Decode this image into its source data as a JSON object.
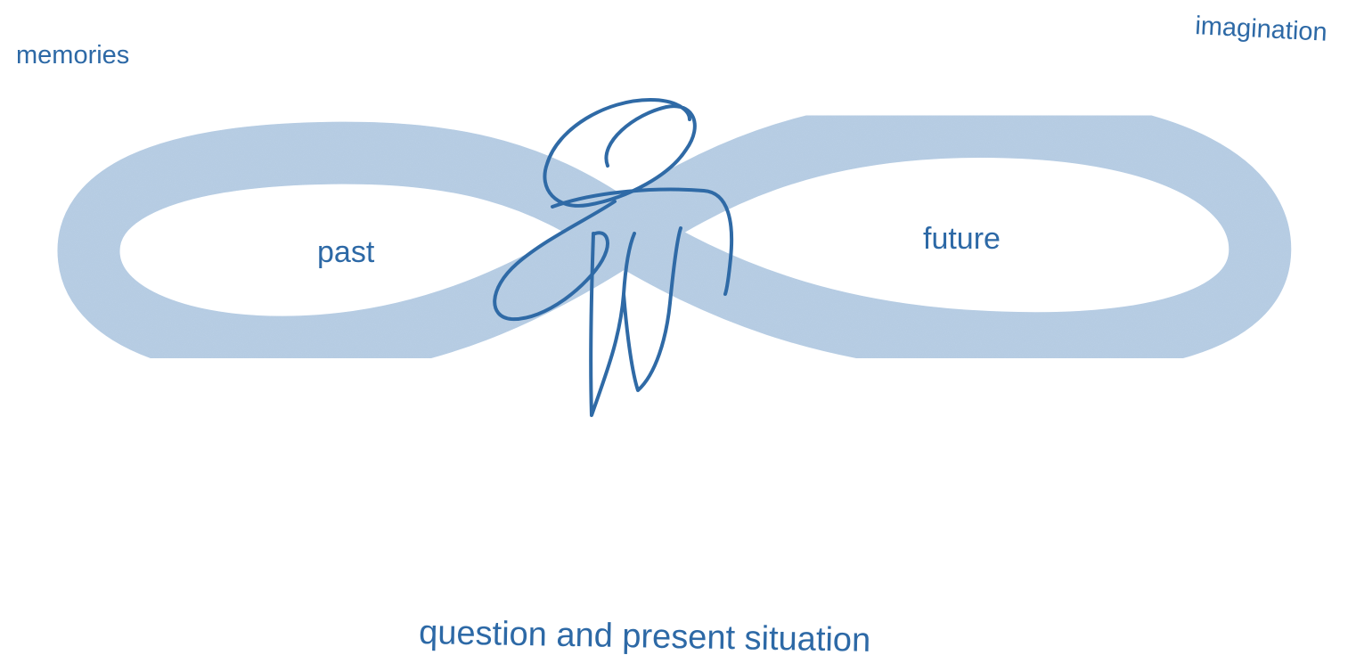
{
  "labels": {
    "memories": "memories",
    "imagination": "imagination",
    "past": "past",
    "future": "future",
    "question": "question and present situation"
  },
  "colors": {
    "loop": "#b3c9e0",
    "loop_edge": "#9cb8d6",
    "figure": "#2f6aa6",
    "text": "#2d69a6"
  },
  "icons": {
    "figure": "person-sketch-icon",
    "loop": "infinity-loop"
  }
}
